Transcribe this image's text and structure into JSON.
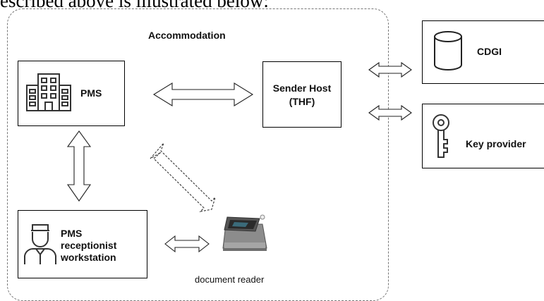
{
  "caption_fragment": "escribed above is illustrated below:",
  "container": {
    "title": "Accommodation"
  },
  "nodes": {
    "pms": {
      "label": "PMS",
      "icon": "hotel-building-icon"
    },
    "sender_host": {
      "line1": "Sender Host",
      "line2": "(THF)"
    },
    "cdgi": {
      "label": "CDGI",
      "icon": "database-icon"
    },
    "key_provider": {
      "label": "Key provider",
      "icon": "key-icon"
    },
    "receptionist": {
      "line1": "PMS",
      "line2": "receptionist",
      "line3": "workstation",
      "icon": "receptionist-icon"
    },
    "document_reader": {
      "label": "document reader",
      "icon": "scanner-icon"
    }
  },
  "colors": {
    "boundary": "#777777",
    "stroke": "#000000",
    "background": "#ffffff"
  }
}
